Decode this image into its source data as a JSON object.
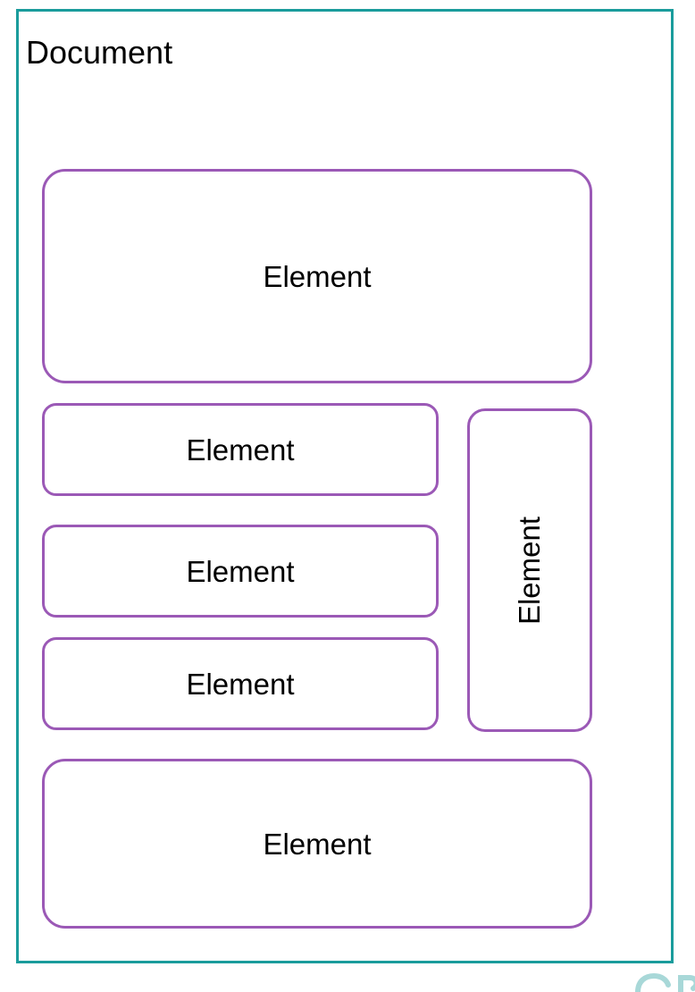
{
  "document": {
    "title": "Document"
  },
  "elements": {
    "top": "Element",
    "middle_1": "Element",
    "middle_2": "Element",
    "middle_3": "Element",
    "side": "Element",
    "bottom": "Element"
  },
  "colors": {
    "document_border": "#1a9c9c",
    "element_border": "#9b59b6",
    "text": "#000000"
  }
}
